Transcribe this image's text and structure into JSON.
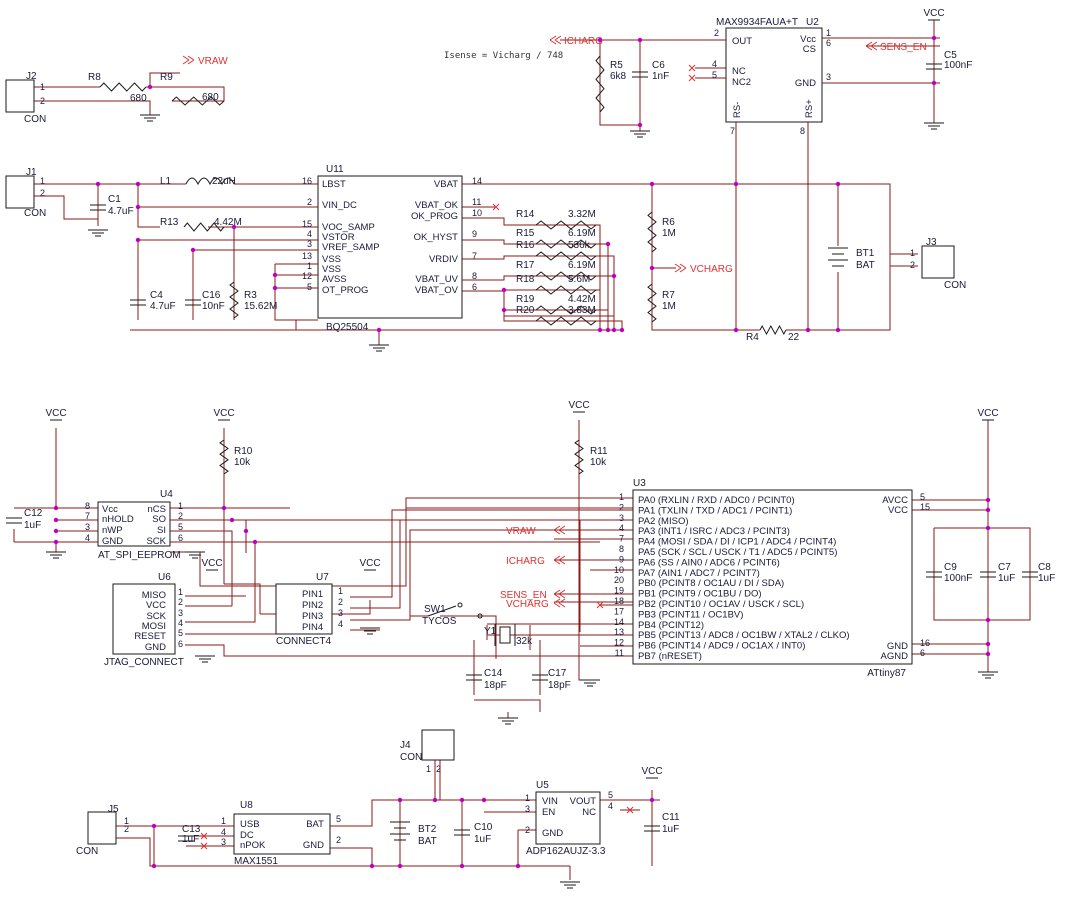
{
  "annotation": "Isense = Vicharg / 748",
  "chips": {
    "U11": {
      "ref": "U11",
      "part": "BQ25504",
      "left_pins": [
        {
          "num": "16",
          "name": "LBST"
        },
        {
          "num": "2",
          "name": "VIN_DC"
        },
        {
          "num": "15",
          "name": "VOC_SAMP"
        },
        {
          "num": "4",
          "name": "VSTOR"
        },
        {
          "num": "3",
          "name": "VREF_SAMP"
        },
        {
          "num": "13",
          "name": "VSS"
        },
        {
          "num": "1",
          "name": "VSS"
        },
        {
          "num": "12",
          "name": "AVSS"
        },
        {
          "num": "5",
          "name": "OT_PROG"
        }
      ],
      "right_pins": [
        {
          "num": "14",
          "name": "VBAT"
        },
        {
          "num": "11",
          "name": "VBAT_OK"
        },
        {
          "num": "10",
          "name": "OK_PROG"
        },
        {
          "num": "9",
          "name": "OK_HYST"
        },
        {
          "num": "7",
          "name": "VRDIV"
        },
        {
          "num": "8",
          "name": "VBAT_UV"
        },
        {
          "num": "6",
          "name": "VBAT_OV"
        }
      ]
    },
    "U2": {
      "ref": "U2",
      "part": "MAX9934FAUA+T",
      "pins": [
        {
          "num": "2",
          "name": "OUT"
        },
        {
          "num": "4",
          "name": "NC"
        },
        {
          "num": "5",
          "name": "NC2"
        },
        {
          "num": "1",
          "name": "Vcc"
        },
        {
          "num": "6",
          "name": "CS"
        },
        {
          "num": "3",
          "name": "GND"
        },
        {
          "num": "7",
          "name": "RS-"
        },
        {
          "num": "8",
          "name": "RS+"
        }
      ]
    },
    "U3": {
      "ref": "U3",
      "part": "ATtiny87",
      "left_pins": [
        {
          "num": "1",
          "name": "PA0 (RXLIN / RXD / ADC0 / PCINT0)"
        },
        {
          "num": "2",
          "name": "PA1 (TXLIN / TXD / ADC1 / PCINT1)"
        },
        {
          "num": "3",
          "name": "PA2 (MISO)"
        },
        {
          "num": "4",
          "name": "PA3 (INT1 / ISRC / ADC3 / PCINT3)"
        },
        {
          "num": "7",
          "name": "PA4 (MOSI / SDA / DI / ICP1 / ADC4 / PCINT4)"
        },
        {
          "num": "8",
          "name": "PA5 (SCK / SCL / USCK / T1 / ADC5 / PCINT5)"
        },
        {
          "num": "9",
          "name": "PA6 (SS / AIN0 / ADC6 / PCINT6)"
        },
        {
          "num": "10",
          "name": "PA7 (AIN1 / ADC7 / PCINT7)"
        },
        {
          "num": "20",
          "name": "PB0 (PCINT8 / OC1AU / DI / SDA)"
        },
        {
          "num": "19",
          "name": "PB1 (PCINT9 / OC1BU / DO)"
        },
        {
          "num": "18",
          "name": "PB2 (PCINT10 / OC1AV / USCK / SCL)"
        },
        {
          "num": "17",
          "name": "PB3 (PCINT11 / OC1BV)"
        },
        {
          "num": "14",
          "name": "PB4 (PCINT12)"
        },
        {
          "num": "13",
          "name": "PB5 (PCINT13 / ADC8 / OC1BW / XTAL2 / CLKO)"
        },
        {
          "num": "12",
          "name": "PB6 (PCINT14 / ADC9 / OC1AX / INT0)"
        },
        {
          "num": "11",
          "name": "PB7 (nRESET)"
        }
      ],
      "right_pins": [
        {
          "num": "5",
          "name": "AVCC"
        },
        {
          "num": "15",
          "name": "VCC"
        },
        {
          "num": "16",
          "name": "GND"
        },
        {
          "num": "6",
          "name": "AGND"
        }
      ]
    },
    "U4": {
      "ref": "U4",
      "part": "AT_SPI_EEPROM",
      "left_pins": [
        {
          "num": "8",
          "name": "Vcc"
        },
        {
          "num": "7",
          "name": "nHOLD"
        },
        {
          "num": "3",
          "name": "nWP"
        },
        {
          "num": "4",
          "name": "GND"
        }
      ],
      "right_pins": [
        {
          "num": "1",
          "name": "nCS"
        },
        {
          "num": "2",
          "name": "SO"
        },
        {
          "num": "5",
          "name": "SI"
        },
        {
          "num": "6",
          "name": "SCK"
        }
      ]
    },
    "U6": {
      "ref": "U6",
      "part": "JTAG_CONNECT",
      "pins": [
        {
          "num": "1",
          "name": "MISO"
        },
        {
          "num": "2",
          "name": "VCC"
        },
        {
          "num": "3",
          "name": "SCK"
        },
        {
          "num": "4",
          "name": "MOSI"
        },
        {
          "num": "5",
          "name": "RESET"
        },
        {
          "num": "6",
          "name": "GND"
        }
      ]
    },
    "U7": {
      "ref": "U7",
      "part": "CONNECT4",
      "pins": [
        {
          "num": "1",
          "name": "PIN1"
        },
        {
          "num": "2",
          "name": "PIN2"
        },
        {
          "num": "3",
          "name": "PIN3"
        },
        {
          "num": "4",
          "name": "PIN4"
        }
      ]
    },
    "U8": {
      "ref": "U8",
      "part": "MAX1551",
      "left_pins": [
        {
          "num": "1",
          "name": "USB"
        },
        {
          "num": "4",
          "name": "DC"
        },
        {
          "num": "3",
          "name": "nPOK"
        }
      ],
      "right_pins": [
        {
          "num": "5",
          "name": "BAT"
        },
        {
          "num": "2",
          "name": "GND"
        }
      ]
    },
    "U5": {
      "ref": "U5",
      "part": "ADP162AUJZ-3.3",
      "left_pins": [
        {
          "num": "1",
          "name": "VIN"
        },
        {
          "num": "3",
          "name": "EN"
        },
        {
          "num": "2",
          "name": "GND"
        }
      ],
      "right_pins": [
        {
          "num": "5",
          "name": "VOUT"
        },
        {
          "num": "4",
          "name": "NC"
        }
      ]
    }
  },
  "connectors": {
    "J1": {
      "ref": "J1",
      "type": "CON",
      "pins": [
        "1",
        "2"
      ]
    },
    "J2": {
      "ref": "J2",
      "type": "CON",
      "pins": [
        "1",
        "2"
      ]
    },
    "J3": {
      "ref": "J3",
      "type": "CON",
      "pins": [
        "1",
        "2"
      ]
    },
    "J4": {
      "ref": "J4",
      "type": "CON",
      "pins": [
        "1",
        "2"
      ]
    },
    "J5": {
      "ref": "J5",
      "type": "CON",
      "pins": [
        "1",
        "2"
      ]
    }
  },
  "components": {
    "R8": {
      "ref": "R8",
      "value": "680"
    },
    "R9": {
      "ref": "R9",
      "value": "680"
    },
    "R5": {
      "ref": "R5",
      "value": "6k8"
    },
    "C6": {
      "ref": "C6",
      "value": "1nF"
    },
    "C5": {
      "ref": "C5",
      "value": "100nF"
    },
    "L1": {
      "ref": "L1",
      "value": "22uH"
    },
    "C1": {
      "ref": "C1",
      "value": "4.7uF"
    },
    "R13": {
      "ref": "R13",
      "value": "4.42M"
    },
    "C4": {
      "ref": "C4",
      "value": "4.7uF"
    },
    "C16": {
      "ref": "C16",
      "value": "10nF"
    },
    "R3": {
      "ref": "R3",
      "value": "15.62M"
    },
    "R14": {
      "ref": "R14",
      "value": "3.32M"
    },
    "R15": {
      "ref": "R15",
      "value": "6.19M"
    },
    "R16": {
      "ref": "R16",
      "value": "536k"
    },
    "R17": {
      "ref": "R17",
      "value": "6.19M"
    },
    "R18": {
      "ref": "R18",
      "value": "5.6M"
    },
    "R19": {
      "ref": "R19",
      "value": "4.42M"
    },
    "R20": {
      "ref": "R20",
      "value": "3.83M"
    },
    "R6": {
      "ref": "R6",
      "value": "1M"
    },
    "R7": {
      "ref": "R7",
      "value": "1M"
    },
    "BT1": {
      "ref": "BT1",
      "value": "BAT"
    },
    "R4": {
      "ref": "R4",
      "value": "22"
    },
    "C12": {
      "ref": "C12",
      "value": "1uF"
    },
    "R10": {
      "ref": "R10",
      "value": "10k"
    },
    "R11": {
      "ref": "R11",
      "value": "10k"
    },
    "C9": {
      "ref": "C9",
      "value": "100nF"
    },
    "C7": {
      "ref": "C7",
      "value": "1uF"
    },
    "C8": {
      "ref": "C8",
      "value": "1uF"
    },
    "SW1": {
      "ref": "SW1",
      "value": "TYCOS"
    },
    "Y1": {
      "ref": "Y1",
      "value": "32k"
    },
    "C14": {
      "ref": "C14",
      "value": "18pF"
    },
    "C17": {
      "ref": "C17",
      "value": "18pF"
    },
    "C13": {
      "ref": "C13",
      "value": "1uF"
    },
    "BT2": {
      "ref": "BT2",
      "value": "BAT"
    },
    "C10": {
      "ref": "C10",
      "value": "1uF"
    },
    "C11": {
      "ref": "C11",
      "value": "1uF"
    }
  },
  "nets": {
    "vcc": "VCC",
    "vraw": "VRAW",
    "icharg": "ICHARG",
    "sens_en": "SENS_EN",
    "vcharg": "VCHARG"
  }
}
